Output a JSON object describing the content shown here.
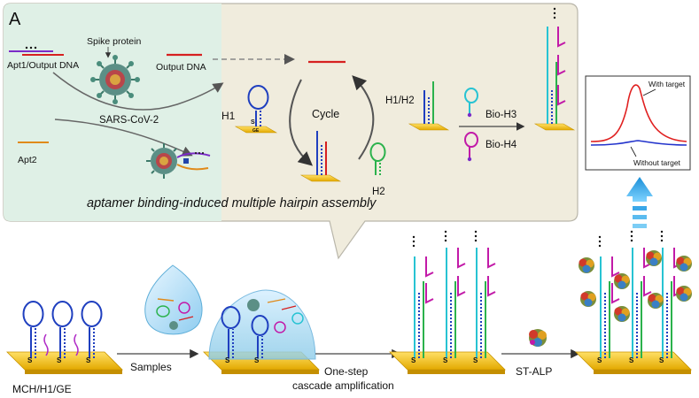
{
  "panel": {
    "letter": "A",
    "caption": "aptamer binding-induced multiple hairpin assembly",
    "colors": {
      "left_bg": "#dff0e6",
      "right_bg": "#f0ecdd",
      "border": "#b9b6aa"
    }
  },
  "left_labels": {
    "apt1": "Apt1/Output DNA",
    "spike": "Spike protein",
    "output_dna": "Output DNA",
    "virus": "SARS-CoV-2",
    "apt2": "Apt2"
  },
  "right_labels": {
    "h1": "H1",
    "cycle": "Cycle",
    "h1h2": "H1/H2",
    "h2": "H2",
    "bio_h3": "Bio-H3",
    "bio_h4": "Bio-H4"
  },
  "electrode_label": "GE",
  "signal": {
    "with_target": "With target",
    "without_target": "Without target",
    "colors": {
      "with": "#e02020",
      "without": "#2233cc"
    }
  },
  "bottom_labels": {
    "electrode": "MCH/H1/GE",
    "samples": "Samples",
    "one_step_1": "One-step",
    "one_step_2": "cascade amplification",
    "st_alp": "ST-ALP"
  },
  "sulfur_label": "S",
  "strand_colors": {
    "blue": "#1f3fbf",
    "green": "#2bb24c",
    "cyan": "#27c3d3",
    "magenta": "#c21aa8",
    "red": "#d62020",
    "orange": "#e08a1a",
    "purple": "#7a2bc7"
  }
}
